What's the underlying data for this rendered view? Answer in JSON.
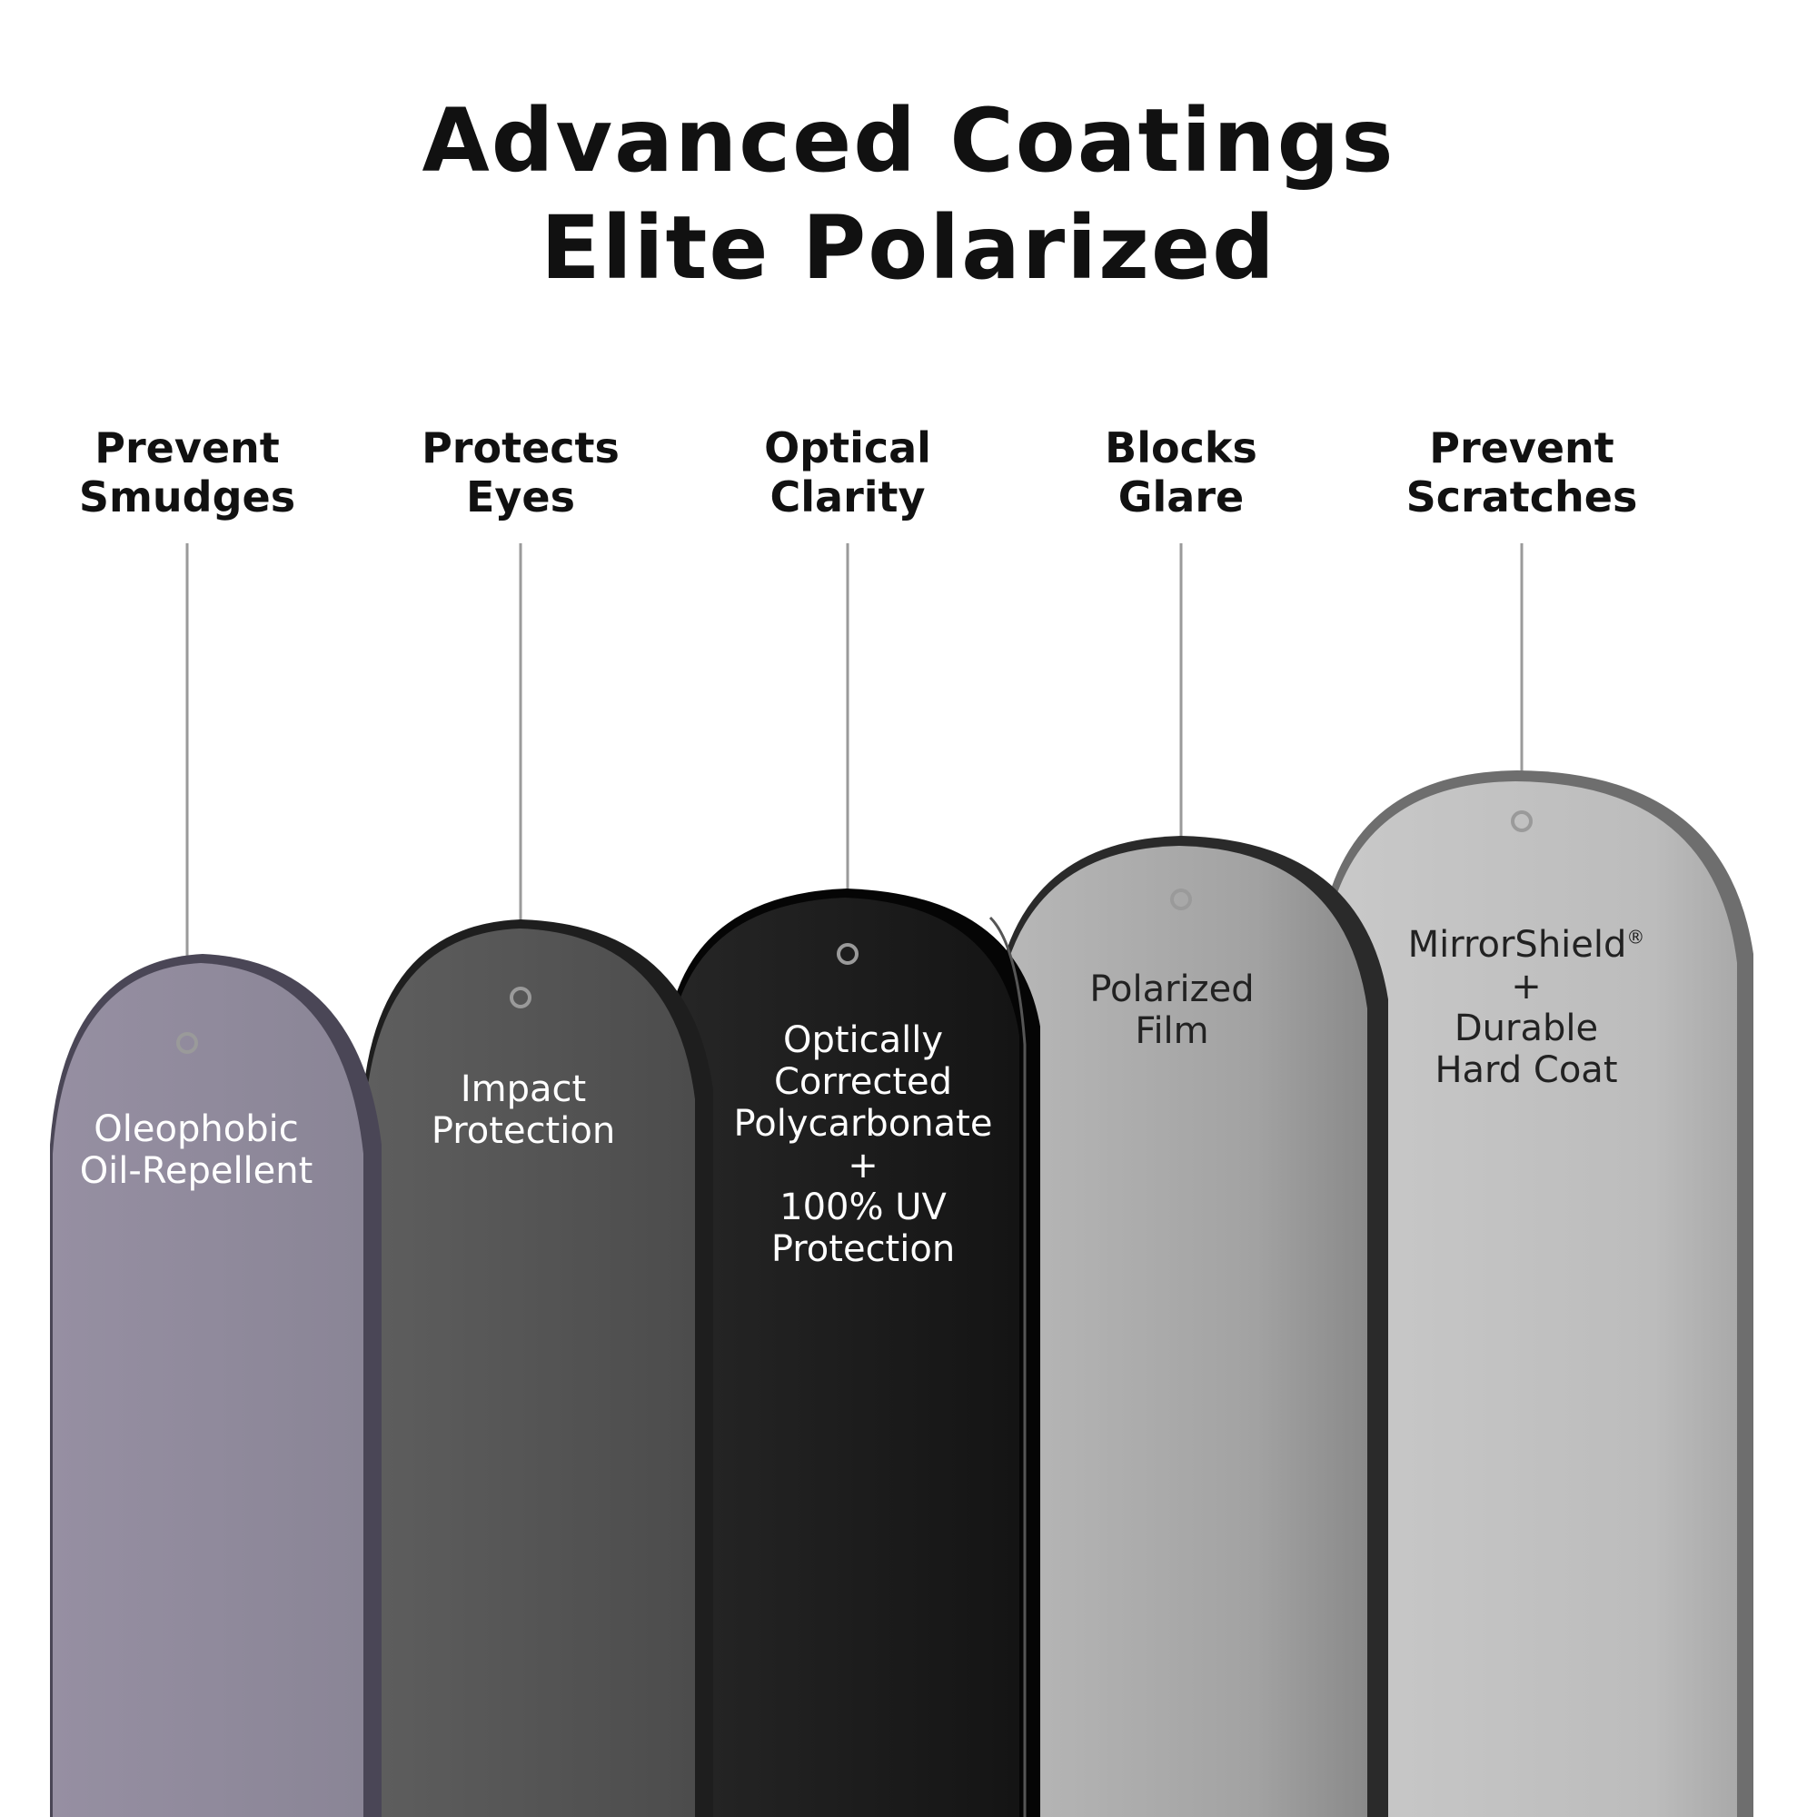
{
  "title": {
    "line1": "Advanced Coatings",
    "line2": "Elite Polarized"
  },
  "layers": [
    {
      "heading_1": "Prevent",
      "heading_2": "Smudges",
      "label_lines": [
        "Oleophobic",
        "Oil-Repellent"
      ],
      "color": "#8f8a99"
    },
    {
      "heading_1": "Protects",
      "heading_2": "Eyes",
      "label_lines": [
        "Impact",
        "Protection"
      ],
      "color": "#555555"
    },
    {
      "heading_1": "Optical",
      "heading_2": "Clarity",
      "label_lines": [
        "Optically",
        "Corrected",
        "Polycarbonate",
        "+",
        "100% UV",
        "Protection"
      ],
      "color": "#1c1c1c"
    },
    {
      "heading_1": "Blocks",
      "heading_2": "Glare",
      "label_lines": [
        "Polarized",
        "Film"
      ],
      "color": "#a5a5a5"
    },
    {
      "heading_1": "Prevent",
      "heading_2": "Scratches",
      "label_lines": [
        "MirrorShield",
        "+",
        "Durable",
        "Hard Coat"
      ],
      "label_mark": "®",
      "color": "#bdbdbd"
    }
  ],
  "icons": {
    "callout": "callout-pin-icon"
  }
}
